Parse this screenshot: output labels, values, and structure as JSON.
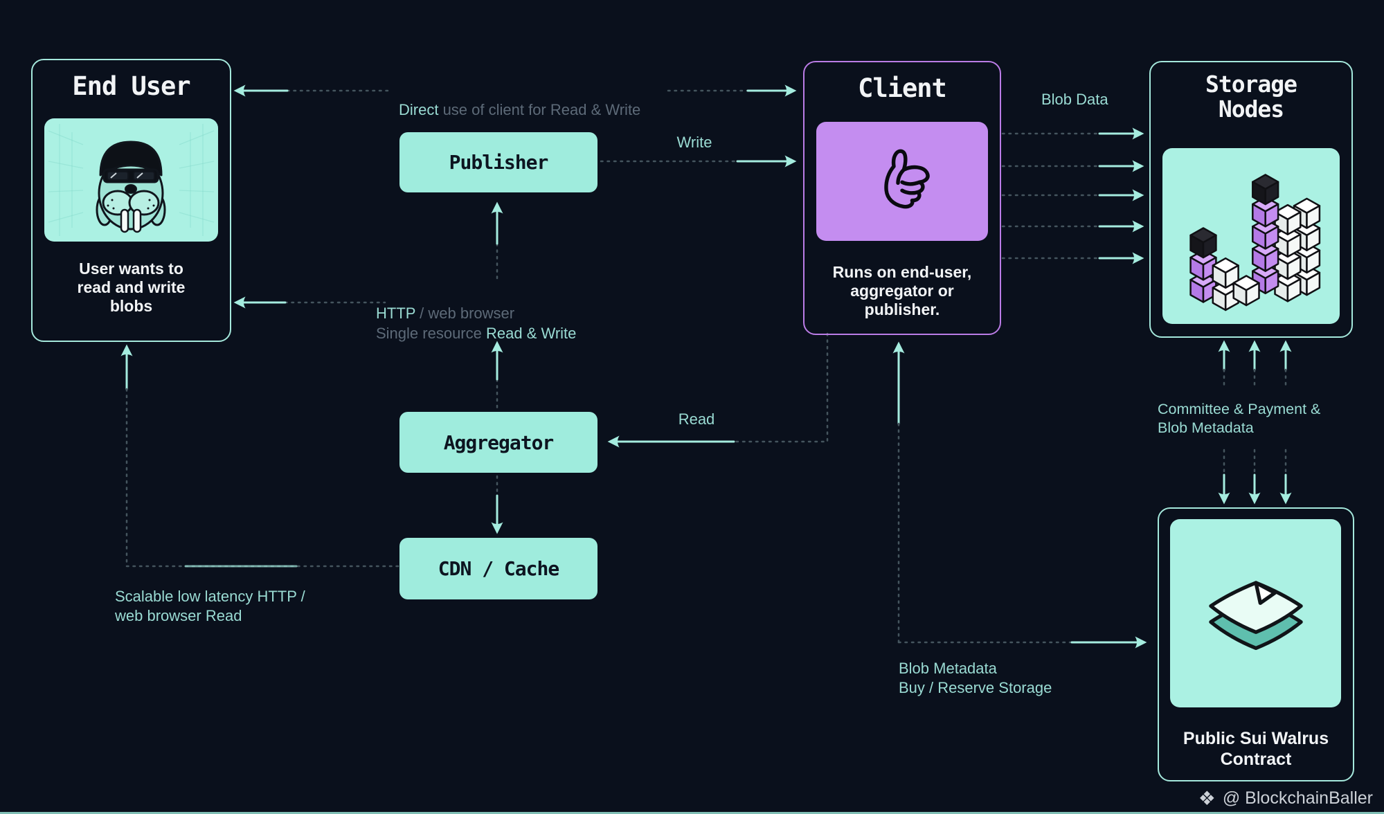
{
  "diagram": {
    "nodes": {
      "end_user": {
        "title": "End User",
        "caption": "User wants to\nread and write\nblobs"
      },
      "publisher": {
        "label": "Publisher"
      },
      "aggregator": {
        "label": "Aggregator"
      },
      "cdn": {
        "label": "CDN / Cache"
      },
      "client": {
        "title": "Client",
        "caption": "Runs on end-user,\naggregator or\npublisher."
      },
      "storage": {
        "title": "Storage\nNodes"
      },
      "contract": {
        "caption": "Public Sui Walrus\nContract"
      }
    },
    "labels": {
      "direct": {
        "accent": "Direct",
        "rest": " use of client for Read & Write"
      },
      "write": "Write",
      "blob_data": "Blob Data",
      "http_line1": {
        "accent": "HTTP",
        "rest": " / web browser"
      },
      "http_line2": {
        "rest": "Single resource ",
        "accent": "Read & Write"
      },
      "read": "Read",
      "committee": "Committee & Payment &\nBlob Metadata",
      "blob_metadata": "Blob Metadata\nBuy / Reserve Storage",
      "scalable": "Scalable low latency HTTP /\nweb browser Read"
    },
    "icons": {
      "end_user_image": "walrus-icon",
      "client_image": "thumbs-up-icon",
      "storage_image": "storage-cubes-icon",
      "contract_image": "contract-papers-icon",
      "watermark_icon": "diamond-icon"
    },
    "watermark": {
      "icon": "❖",
      "text": "@ BlockchainBaller"
    },
    "colors": {
      "background": "#0a101c",
      "teal_border": "#a5e8dc",
      "mint_fill": "#9fecdd",
      "mint_panel": "#abf1e3",
      "purple_border": "#bb7ce6",
      "purple_fill": "#c48df0",
      "teal_text": "#9adbd3",
      "gray_text": "#5d6a78",
      "white_text": "#f2f4f6",
      "dark_text": "#0d1420"
    }
  }
}
